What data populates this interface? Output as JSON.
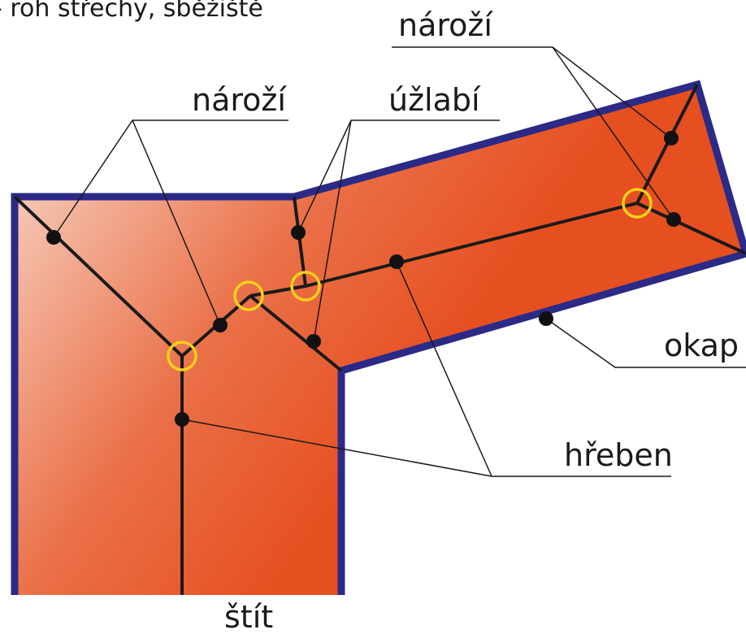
{
  "title_fragment": "- roh střechy, sběžiště",
  "labels": {
    "naroze_top": "nároží",
    "naroze_left": "nároží",
    "uzlabi": "úžlabí",
    "hreben": "hřeben",
    "okap": "okap",
    "stit": "štít"
  },
  "colors": {
    "roof_fill": "#e64f1f",
    "roof_highlight": "#f6c9b7",
    "eave_outline": "#2b2a86",
    "ridge_line": "#1a1a1a",
    "corner_marker": "#f7d117"
  }
}
